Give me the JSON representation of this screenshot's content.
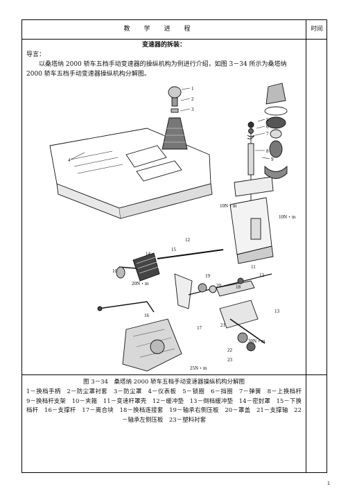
{
  "header": {
    "process_label": "教学进程",
    "time_label": "时间"
  },
  "section_title": "变速器的拆装：",
  "lead_label": "导言：",
  "intro": "以桑塔纳 2000 轿车五档手动变速器的操纵机构为例进行介绍，如图 3－34 所示为桑塔纳 2000 轿车五档手动变速器操纵机构分解图。",
  "figure": {
    "caption": "图 3－34　桑塔纳 2000 轿车五档手动变速器操纵机构分解图",
    "callouts": [
      "1",
      "2",
      "3",
      "4",
      "5",
      "6",
      "7",
      "8",
      "9",
      "10",
      "11",
      "12",
      "12",
      "13",
      "14",
      "15",
      "16",
      "17",
      "18",
      "19",
      "20",
      "21",
      "22",
      "23"
    ],
    "torques": [
      "10N・m",
      "10N・m",
      "20N・m",
      "30N・m",
      "25N・m"
    ]
  },
  "legend": "1－换档手柄　2－防尘罩衬套　3－防尘罩　4－仪表板　5－锁圈　6－挡圈　7－弹簧　8－上换档杆　9－换档杆支架　10－夹箍　11－变速杆罩壳　12－缓冲垫　13－倒档缓冲垫　14－密封罩　15－下换档杆　16－支撑杆　17－离合块　18－换档连接套　19－轴承右侧压板　20－罩盖　21－支撑轴　22－轴承左侧压板　23－塑料衬套",
  "page_number": "1"
}
